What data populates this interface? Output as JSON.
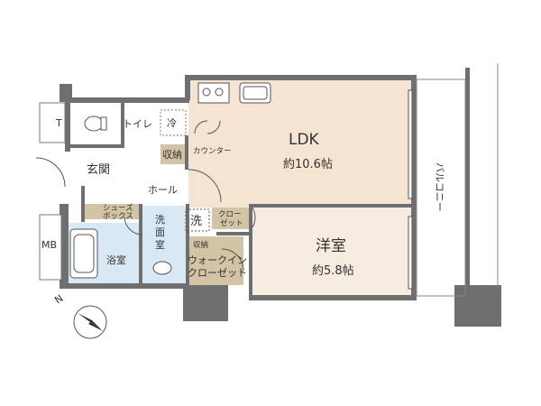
{
  "rooms": {
    "ldk": {
      "name": "LDK",
      "size": "約10.6帖",
      "color": "#f6e4d2"
    },
    "western": {
      "name": "洋室",
      "size": "約5.8帖",
      "color": "#f6ecdf"
    },
    "balcony": {
      "name": "バルコニー"
    },
    "genkan": {
      "name": "玄関"
    },
    "hall": {
      "name": "ホール"
    },
    "toilet": {
      "name": "トイレ"
    },
    "bath": {
      "name": "浴室",
      "color": "#d9e8f5"
    },
    "washroom": {
      "name": "洗面室",
      "color": "#d9e8f5"
    },
    "shoe_box": {
      "name": "シューズ\nボックス",
      "line1": "シューズ",
      "line2": "ボックス",
      "color": "#d2c4a4"
    },
    "walk_in": {
      "line1": "ウォークイン",
      "line2": "クローゼット",
      "color": "#d2c4a4"
    },
    "closet": {
      "line1": "クロー",
      "line2": "ゼット"
    },
    "storage_small": {
      "name": "収納"
    },
    "storage": {
      "name": "収納"
    },
    "counter": {
      "name": "カウンター"
    },
    "fridge": {
      "name": "冷"
    },
    "washer": {
      "name": "洗"
    }
  },
  "outside": {
    "mb": "MB",
    "t": "T"
  },
  "compass": {
    "label": "N"
  }
}
